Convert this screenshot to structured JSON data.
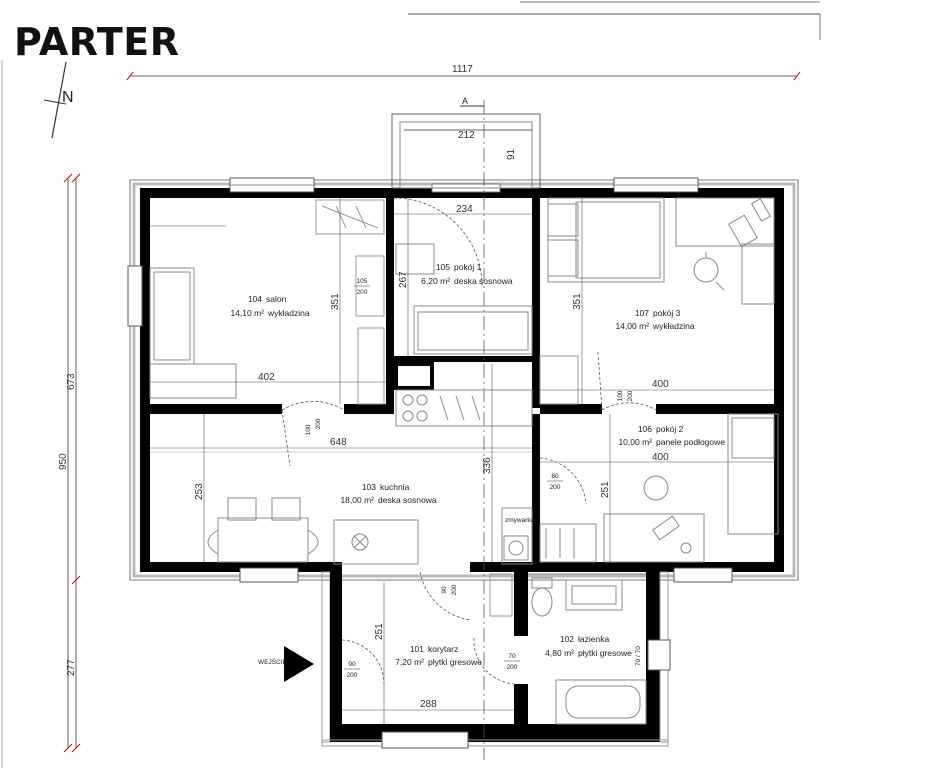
{
  "title": "PARTER",
  "north_label": "N",
  "section_marker": "A",
  "entrance_label": "WEJŚCIE",
  "dimensions": {
    "overall_width": "1117",
    "overall_height": "950",
    "upper_height": "673",
    "lower_height": "277",
    "balcony_width": "212",
    "balcony_depth": "91",
    "salon_width": "402",
    "salon_height": "351",
    "pokoj1_width": "234",
    "pokoj1_height": "267",
    "pokoj3_height": "351",
    "pokoj3_width": "400",
    "kuchnia_width": "648",
    "kuchnia_height": "253",
    "kuchnia_center": "336",
    "pokoj2_width": "400",
    "pokoj2_height": "251",
    "korytarz_width": "288",
    "korytarz_height": "251"
  },
  "rooms": [
    {
      "number": "104",
      "name": "salon",
      "area": "14,10 m²",
      "floor": "wykładzina"
    },
    {
      "number": "105",
      "name": "pokój 1",
      "area": "6,20 m²",
      "floor": "deska sosnowa"
    },
    {
      "number": "107",
      "name": "pokój 3",
      "area": "14,00 m²",
      "floor": "wykładzina"
    },
    {
      "number": "106",
      "name": "pokój 2",
      "area": "10,00 m²",
      "floor": "panele podłogowe"
    },
    {
      "number": "103",
      "name": "kuchnia",
      "area": "18,00 m²",
      "floor": "deska sosnowa"
    },
    {
      "number": "101",
      "name": "korytarz",
      "area": "7,20 m²",
      "floor": "płytki gresowe"
    },
    {
      "number": "102",
      "name": "łazienka",
      "area": "4,80 m²",
      "floor": "płytki gresowe"
    }
  ],
  "doors": [
    {
      "w": "105",
      "h": "200"
    },
    {
      "w": "100",
      "h": "200"
    },
    {
      "w": "100",
      "h": "200"
    },
    {
      "w": "80",
      "h": "200"
    },
    {
      "w": "90",
      "h": "200"
    },
    {
      "w": "90",
      "h": "200"
    },
    {
      "w": "70",
      "h": "200"
    }
  ],
  "window_label": "70 / 70",
  "appliance_label": "zmywarka"
}
